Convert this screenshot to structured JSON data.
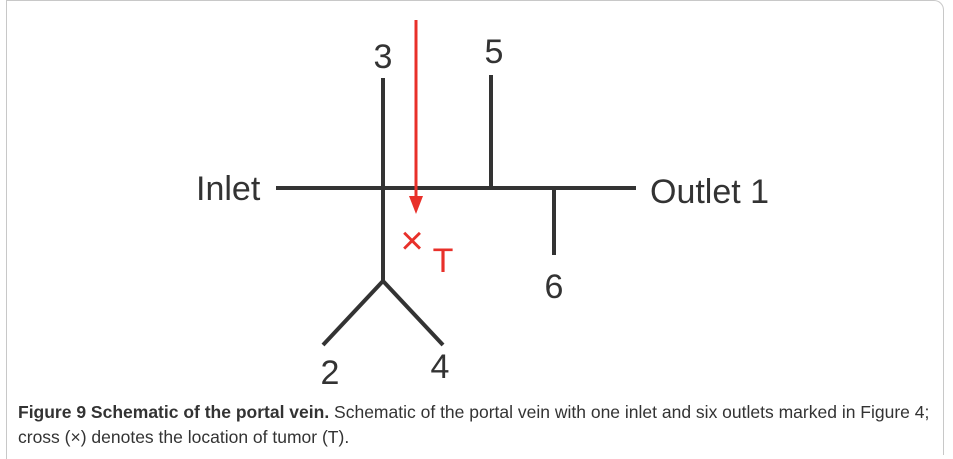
{
  "diagram": {
    "labels": {
      "inlet": "Inlet",
      "outlet_1": "Outlet 1",
      "branch_2": "2",
      "branch_3": "3",
      "branch_4": "4",
      "branch_5": "5",
      "branch_6": "6",
      "tumor": "T",
      "tumor_marker": "×"
    },
    "colors": {
      "vessel": "#333333",
      "tumor": "#e8302a"
    }
  },
  "caption": {
    "title": "Figure 9 Schematic of the portal vein.",
    "text": " Schematic of the portal vein with one inlet and six outlets marked in Figure 4; cross (×) denotes the location of tumor (T)."
  }
}
